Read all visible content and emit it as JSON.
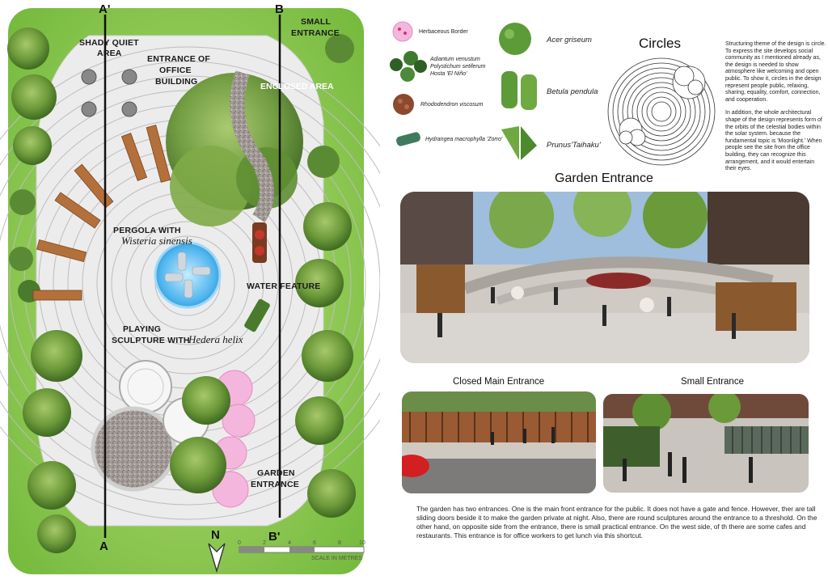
{
  "plan": {
    "section_a_top": "A'",
    "section_a_bottom": "A",
    "section_b_top": "B",
    "section_b_bottom": "B'",
    "labels": {
      "shady_line1": "SHADY QUIET",
      "shady_line2": "AREA",
      "entrance_office_line1": "ENTRANCE OF",
      "entrance_office_line2": "OFFICE",
      "entrance_office_line3": "BUILDING",
      "small_entrance_line1": "SMALL",
      "small_entrance_line2": "ENTRANCE",
      "enclosed_area": "ENCLOSED AREA",
      "pergola_line1": "PERGOLA WITH",
      "pergola_line2": "Wisteria sinensis",
      "water_feature": "WATER FEATURE",
      "playing_line1": "PLAYING",
      "playing_line2": "SCULPTURE WITH",
      "playing_line3": "Hedera helix",
      "garden_entrance_line1": "GARDEN",
      "garden_entrance_line2": "ENTRANCE"
    },
    "north": "N",
    "scale_ticks": [
      "0",
      "2",
      "4",
      "6",
      "8",
      "10"
    ],
    "scale_caption": "SCALE IN METRES"
  },
  "legend": {
    "herbaceous": "Herbaceous Border",
    "ferns_line1": "Adiantum venustum",
    "ferns_line2": "Polystichum setiferum",
    "ferns_line3": "Hosta 'El Niño'",
    "rhododendron": "Rhododendron viscosum",
    "hydrangea": "Hydrangea macrophylla 'Zorro'",
    "tree1": "Acer griseum",
    "tree2": "Betula pendula",
    "tree3": "Prunus'Taihaku'"
  },
  "circles": {
    "title": "Circles",
    "para1": "Structuring theme of the design is circle. To express the site develops social community as I mentioned already as, the design is needed to show atmosphere like welcoming and open public. To show it, circles in the design represent people public, relaxing, sharing, equality, comfort, connection, and cooperation.",
    "para2": "In addition, the whole architectural shape of the design represents form of the orbits of the celestial bodies within the solar system. because the fundamental topic is 'Moonlight.' When people see the site from the office building, they can recognize this arrangement, and it would entertain their eyes."
  },
  "renders": {
    "garden_entrance": "Garden Entrance",
    "closed_main": "Closed Main Entrance",
    "small_entrance": "Small Entrance"
  },
  "bottom_text": "The garden has two entrances. One is the main front entrance for the public. It does not have a gate and fence. However, ther are tall sliding doors beside it to make the garden private at night. Also, there are round sculptures around the entrance to a threshold. On the other hand, on opposite side from the entrance, there is small practical entrance. On the west side, of th there are some cafes and restaurants. This entrance is for office workers to get lunch via this shortcut."
}
